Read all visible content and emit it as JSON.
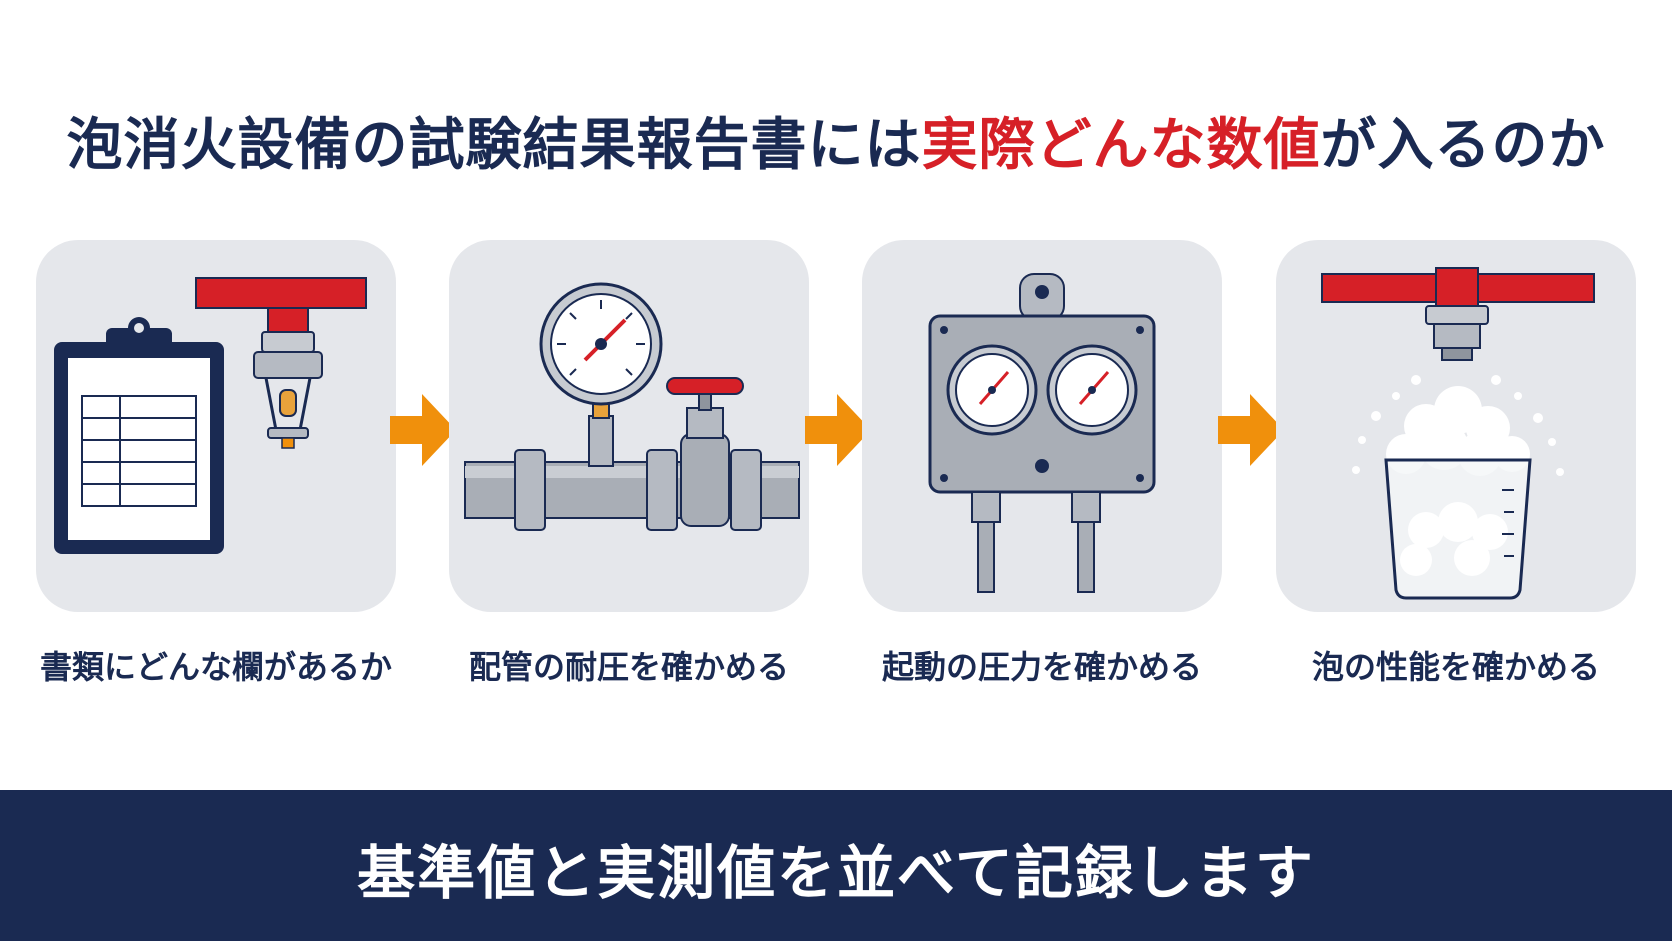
{
  "title": {
    "part1": "泡消火設備の試験結果報告書には",
    "highlight": "実際どんな数値",
    "part2": "が入るのか"
  },
  "steps": [
    {
      "label": "書類にどんな欄があるか",
      "icon": "clipboard-and-sprinkler-icon"
    },
    {
      "label": "配管の耐圧を確かめる",
      "icon": "pressure-gauge-pipe-icon"
    },
    {
      "label": "起動の圧力を確かめる",
      "icon": "dual-gauge-panel-icon"
    },
    {
      "label": "泡の性能を確かめる",
      "icon": "foam-nozzle-beaker-icon"
    }
  ],
  "footer": {
    "text": "基準値と実測値を並べて記録します"
  },
  "colors": {
    "navy": "#1a2a52",
    "red": "#d62027",
    "orange": "#f0900c",
    "card": "#e5e7eb"
  }
}
